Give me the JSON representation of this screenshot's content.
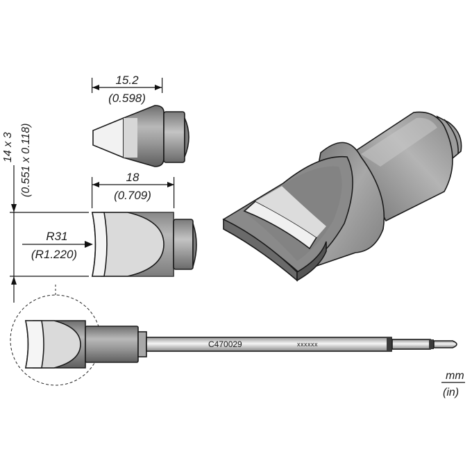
{
  "dimensions": {
    "tip_length_top": {
      "mm": "15.2",
      "in": "(0.598)"
    },
    "tip_length_side": {
      "mm": "18",
      "in": "(0.709)"
    },
    "blade_size": {
      "mm": "14 x 3",
      "in": "(0.551 x 0.118)"
    },
    "radius": {
      "mm": "R31",
      "in": "(R1.220)"
    }
  },
  "cartridge": {
    "part_number": "C470029",
    "marking": "xxxxxx"
  },
  "units": {
    "primary": "mm",
    "secondary": "(in)"
  },
  "colors": {
    "body_gray": "#8f8f8f",
    "light_face": "#dcdcdc",
    "white_face": "#f2f2f2",
    "dark_band": "#3a3a3a"
  }
}
